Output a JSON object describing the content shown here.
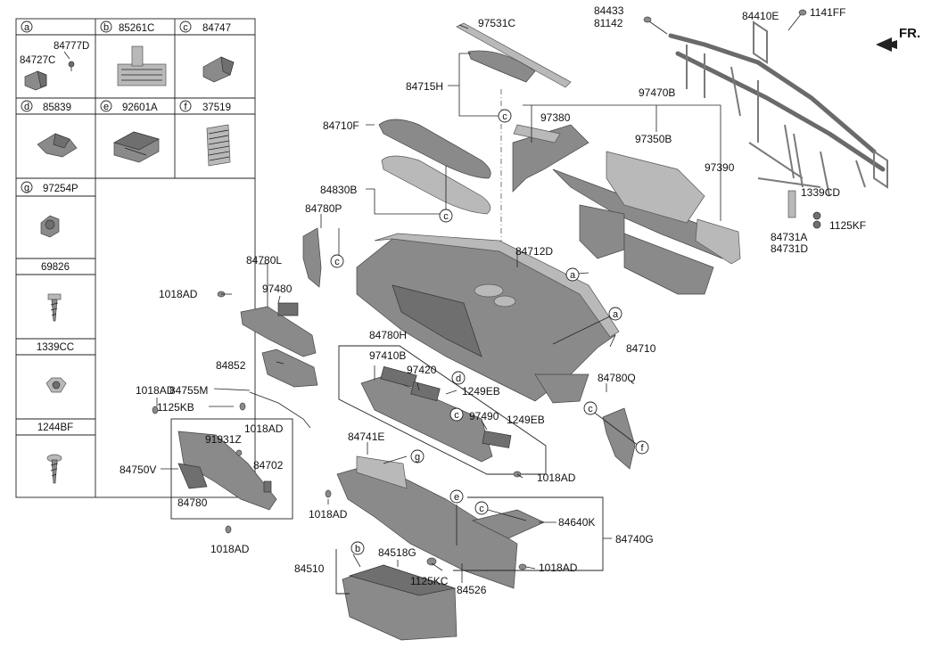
{
  "orientation": {
    "label": "FR."
  },
  "legend": {
    "cells": [
      {
        "key": "a",
        "part": "",
        "sub": [
          "84777D",
          "84727C"
        ]
      },
      {
        "key": "b",
        "part": "85261C"
      },
      {
        "key": "c",
        "part": "84747"
      },
      {
        "key": "d",
        "part": "85839"
      },
      {
        "key": "e",
        "part": "92601A"
      },
      {
        "key": "f",
        "part": "37519"
      },
      {
        "key": "g",
        "part": "97254P"
      }
    ],
    "fasteners": [
      "69826",
      "1339CC",
      "1244BF"
    ]
  },
  "callouts": {
    "p84433": "84433",
    "p81142": "81142",
    "p84410E": "84410E",
    "p1141FF": "1141FF",
    "p97531C": "97531C",
    "p84715H": "84715H",
    "p97470B": "97470B",
    "p97380": "97380",
    "p97350B": "97350B",
    "p97390": "97390",
    "p84710F": "84710F",
    "p84830B": "84830B",
    "p84780P": "84780P",
    "p84712D": "84712D",
    "p1339CD": "1339CD",
    "p1125KF": "1125KF",
    "p84731A": "84731A",
    "p84731D": "84731D",
    "p84780L": "84780L",
    "p97480": "97480",
    "p1018AD_a": "1018AD",
    "p84852": "84852",
    "p84710": "84710",
    "p84780H": "84780H",
    "p97410B": "97410B",
    "p97420": "97420",
    "p1249EB_a": "1249EB",
    "p97490": "97490",
    "p1249EB_b": "1249EB",
    "p84780Q": "84780Q",
    "p1018AD_b": "1018AD",
    "p84755M": "84755M",
    "p1125KB": "1125KB",
    "p91931Z": "91931Z",
    "p1018AD_c": "1018AD",
    "p84702": "84702",
    "p84750V": "84750V",
    "p84780": "84780",
    "p1018AD_d": "1018AD",
    "p84741E": "84741E",
    "p1018AD_e": "1018AD",
    "p1018AD_f": "1018AD",
    "p84640K": "84640K",
    "p84740G": "84740G",
    "p84518G": "84518G",
    "p1018AD_g": "1018AD",
    "p84510": "84510",
    "p1125KC": "1125KC",
    "p84526": "84526"
  },
  "circle_refs": {
    "a": "a",
    "b": "b",
    "c": "c",
    "d": "d",
    "e": "e",
    "f": "f",
    "g": "g"
  }
}
